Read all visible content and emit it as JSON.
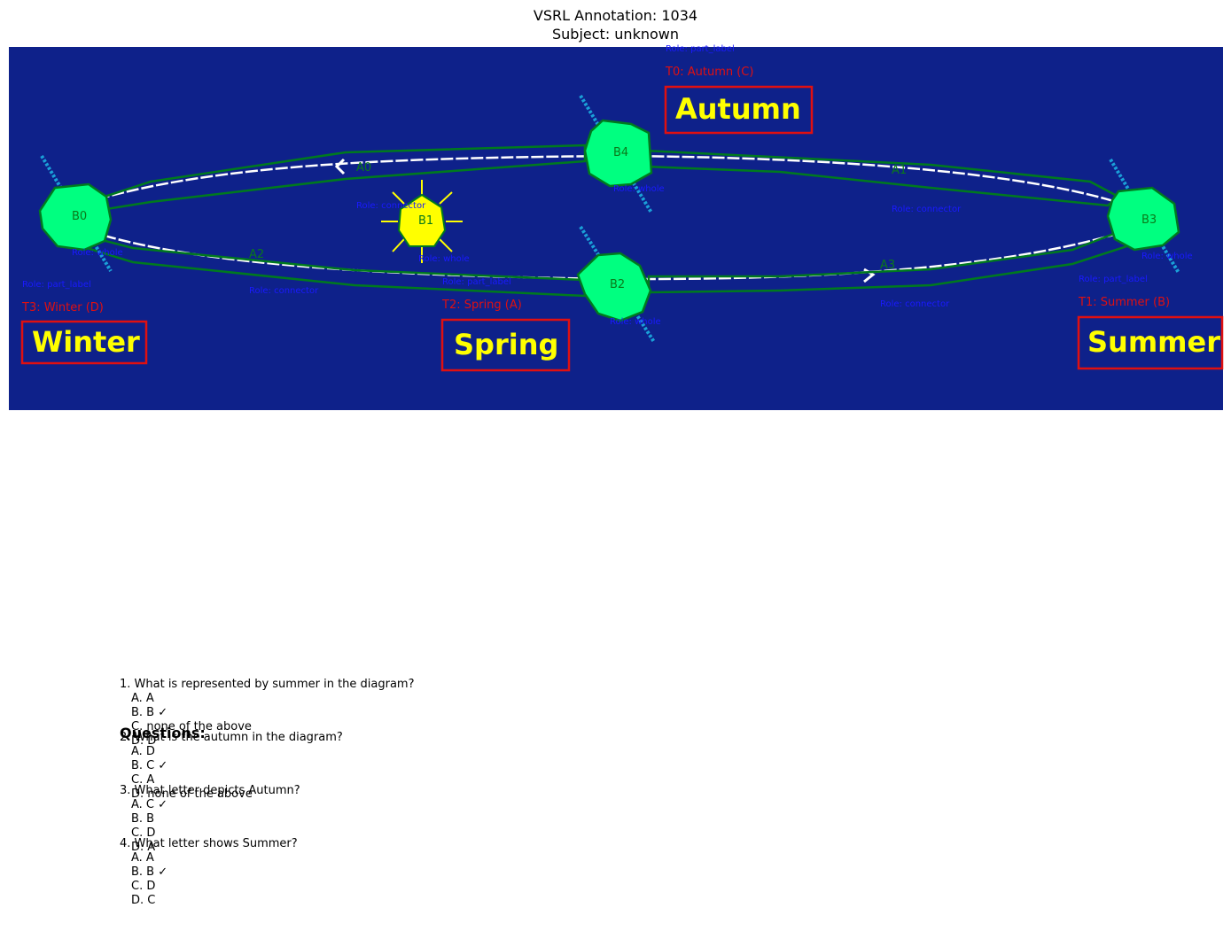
{
  "header": {
    "title": "VSRL Annotation: 1034",
    "subtitle": "Subject: unknown"
  },
  "colors": {
    "background": "#0e218a",
    "planet": "#00ff80",
    "outline": "#007a1e",
    "sun": "#ffff00",
    "box": "#e01010",
    "role": "#1a1aff",
    "label_text": "#ffff00"
  },
  "diagram": {
    "labels": {
      "autumn": {
        "id": "T0: Autumn (C)",
        "text": "Autumn",
        "role": "Role: part_label"
      },
      "summer": {
        "id": "T1: Summer (B)",
        "text": "Summer",
        "role": "Role: part_label"
      },
      "spring": {
        "id": "T2: Spring (A)",
        "text": "Spring",
        "role": "Role: part_label"
      },
      "winter": {
        "id": "T3: Winter (D)",
        "text": "Winter",
        "role": "Role: part_label"
      }
    },
    "blobs": {
      "b0": {
        "id": "B0",
        "role": "Role: whole"
      },
      "b1": {
        "id": "B1",
        "role": "Role: whole"
      },
      "b2": {
        "id": "B2",
        "role": "Role: whole"
      },
      "b3": {
        "id": "B3",
        "role": "Role: whole"
      },
      "b4": {
        "id": "B4",
        "role": "Role: whole"
      }
    },
    "arrows": {
      "a0": {
        "id": "A0",
        "role": "Role: connector"
      },
      "a1": {
        "id": "A1",
        "role": "Role: connector"
      },
      "a2": {
        "id": "A2",
        "role": "Role: connector"
      },
      "a3": {
        "id": "A3",
        "role": "Role: connector"
      }
    }
  },
  "questions_heading": "Questions:",
  "questions": [
    {
      "text": "1. What is represented by summer in the diagram?",
      "options": [
        "A. A",
        "B. B ✓",
        "C. none of the above",
        "D. D"
      ]
    },
    {
      "text": "2. What is the autumn in the diagram?",
      "options": [
        "A. D",
        "B. C ✓",
        "C. A",
        "D. none of the above"
      ]
    },
    {
      "text": "3. What letter depicts Autumn?",
      "options": [
        "A. C ✓",
        "B. B",
        "C. D",
        "D. A"
      ]
    },
    {
      "text": "4. What letter shows Summer?",
      "options": [
        "A. A",
        "B. B ✓",
        "C. D",
        "D. C"
      ]
    }
  ]
}
